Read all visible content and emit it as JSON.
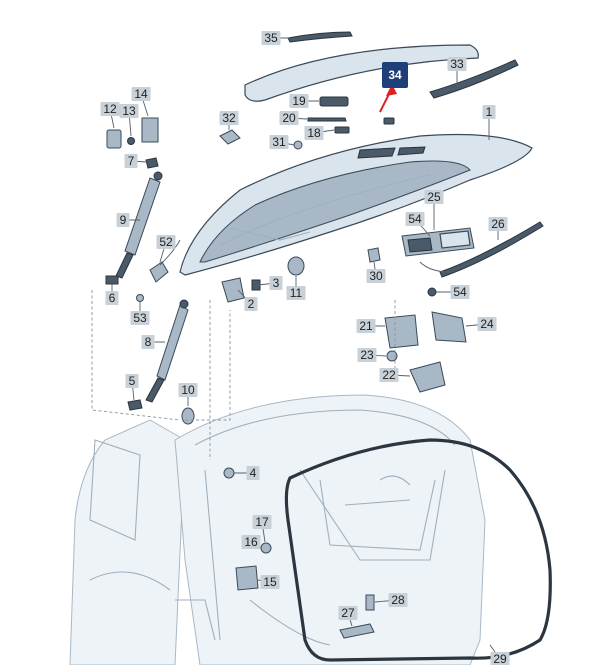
{
  "highlighted_part": "34",
  "callouts": [
    {
      "id": "1"
    },
    {
      "id": "2"
    },
    {
      "id": "3"
    },
    {
      "id": "4"
    },
    {
      "id": "5"
    },
    {
      "id": "6"
    },
    {
      "id": "7"
    },
    {
      "id": "8"
    },
    {
      "id": "9"
    },
    {
      "id": "10"
    },
    {
      "id": "11"
    },
    {
      "id": "12"
    },
    {
      "id": "13"
    },
    {
      "id": "14"
    },
    {
      "id": "15"
    },
    {
      "id": "16"
    },
    {
      "id": "17"
    },
    {
      "id": "18"
    },
    {
      "id": "19"
    },
    {
      "id": "20"
    },
    {
      "id": "21"
    },
    {
      "id": "22"
    },
    {
      "id": "23"
    },
    {
      "id": "24"
    },
    {
      "id": "25"
    },
    {
      "id": "26"
    },
    {
      "id": "27"
    },
    {
      "id": "28"
    },
    {
      "id": "29"
    },
    {
      "id": "30"
    },
    {
      "id": "31"
    },
    {
      "id": "32"
    },
    {
      "id": "33"
    },
    {
      "id": "34"
    },
    {
      "id": "35"
    },
    {
      "id": "52"
    },
    {
      "id": "53"
    },
    {
      "id": "54"
    },
    {
      "id": "54"
    }
  ],
  "colors": {
    "part_fill": "#d9e4ec",
    "outline": "#3a4a58",
    "highlight_badge": "#1f3f7a",
    "arrow": "#e0201c"
  }
}
